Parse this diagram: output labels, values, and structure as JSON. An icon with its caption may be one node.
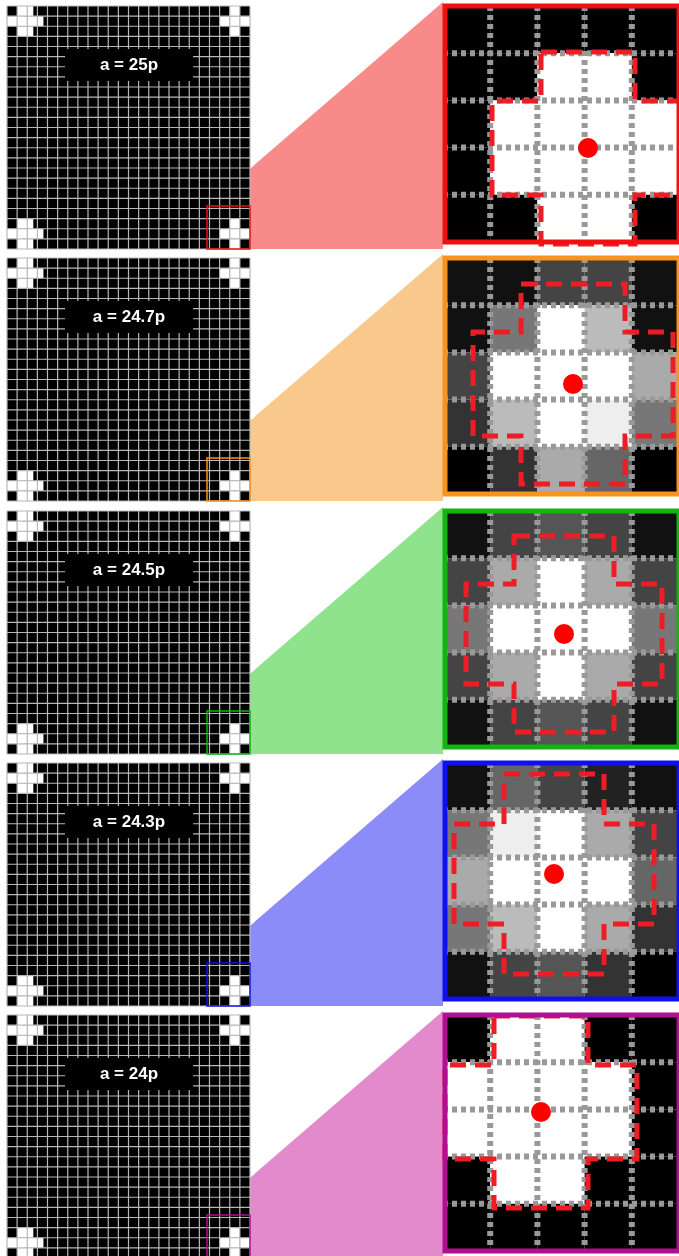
{
  "diagram": {
    "labels": [
      "a = 25p",
      "a = 24.7p",
      "a = 24.5p",
      "a = 24.3p",
      "a = 24p"
    ]
  }
}
